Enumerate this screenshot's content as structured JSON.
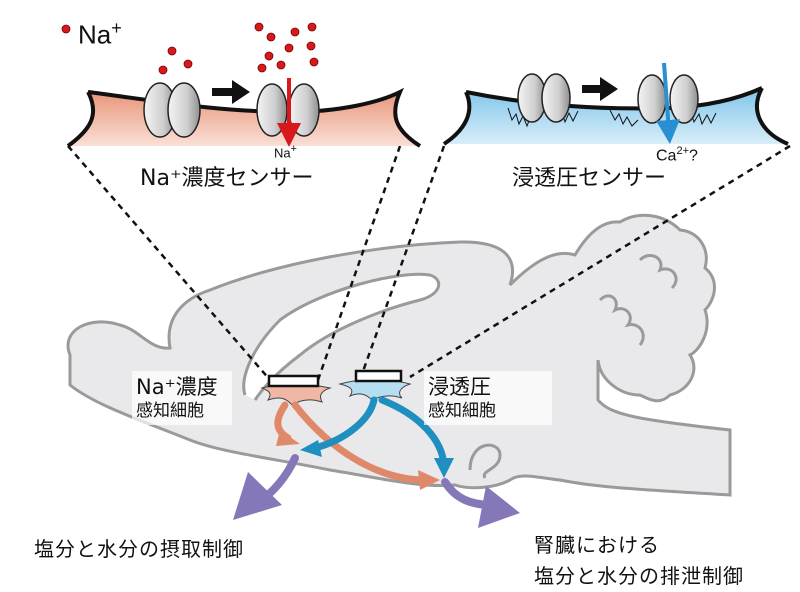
{
  "legend": {
    "dot_color": "#d7191c",
    "ion": "Na",
    "charge": "+"
  },
  "sensors": {
    "sodium": {
      "title": "Na⁺濃度センサー",
      "flux_label": "Na",
      "flux_charge": "+",
      "membrane_color": "#f0a888",
      "flux_arrow_color": "#d7191c"
    },
    "osmotic": {
      "title": "浸透圧センサー",
      "flux_label": "Ca",
      "flux_charge": "2+",
      "flux_suffix": "?",
      "membrane_color": "#9fd3ee",
      "flux_arrow_color": "#2a8fd0"
    }
  },
  "brain": {
    "sodium_cell": {
      "line1": "Na⁺濃度",
      "line2": "感知細胞"
    },
    "osmotic_cell": {
      "line1": "浸透圧",
      "line2": "感知細胞"
    },
    "fill_color": "#e9e9ec",
    "outline_color": "#9a9a9a"
  },
  "pathways": {
    "sodium_arrow_color": "#e0896a",
    "osmotic_arrow_color": "#1f8fbf",
    "output_arrow_color": "#8678b8"
  },
  "outputs": {
    "intake": "塩分と水分の摂取制御",
    "excretion_line1": "腎臓における",
    "excretion_line2": "塩分と水分の排泄制御"
  }
}
